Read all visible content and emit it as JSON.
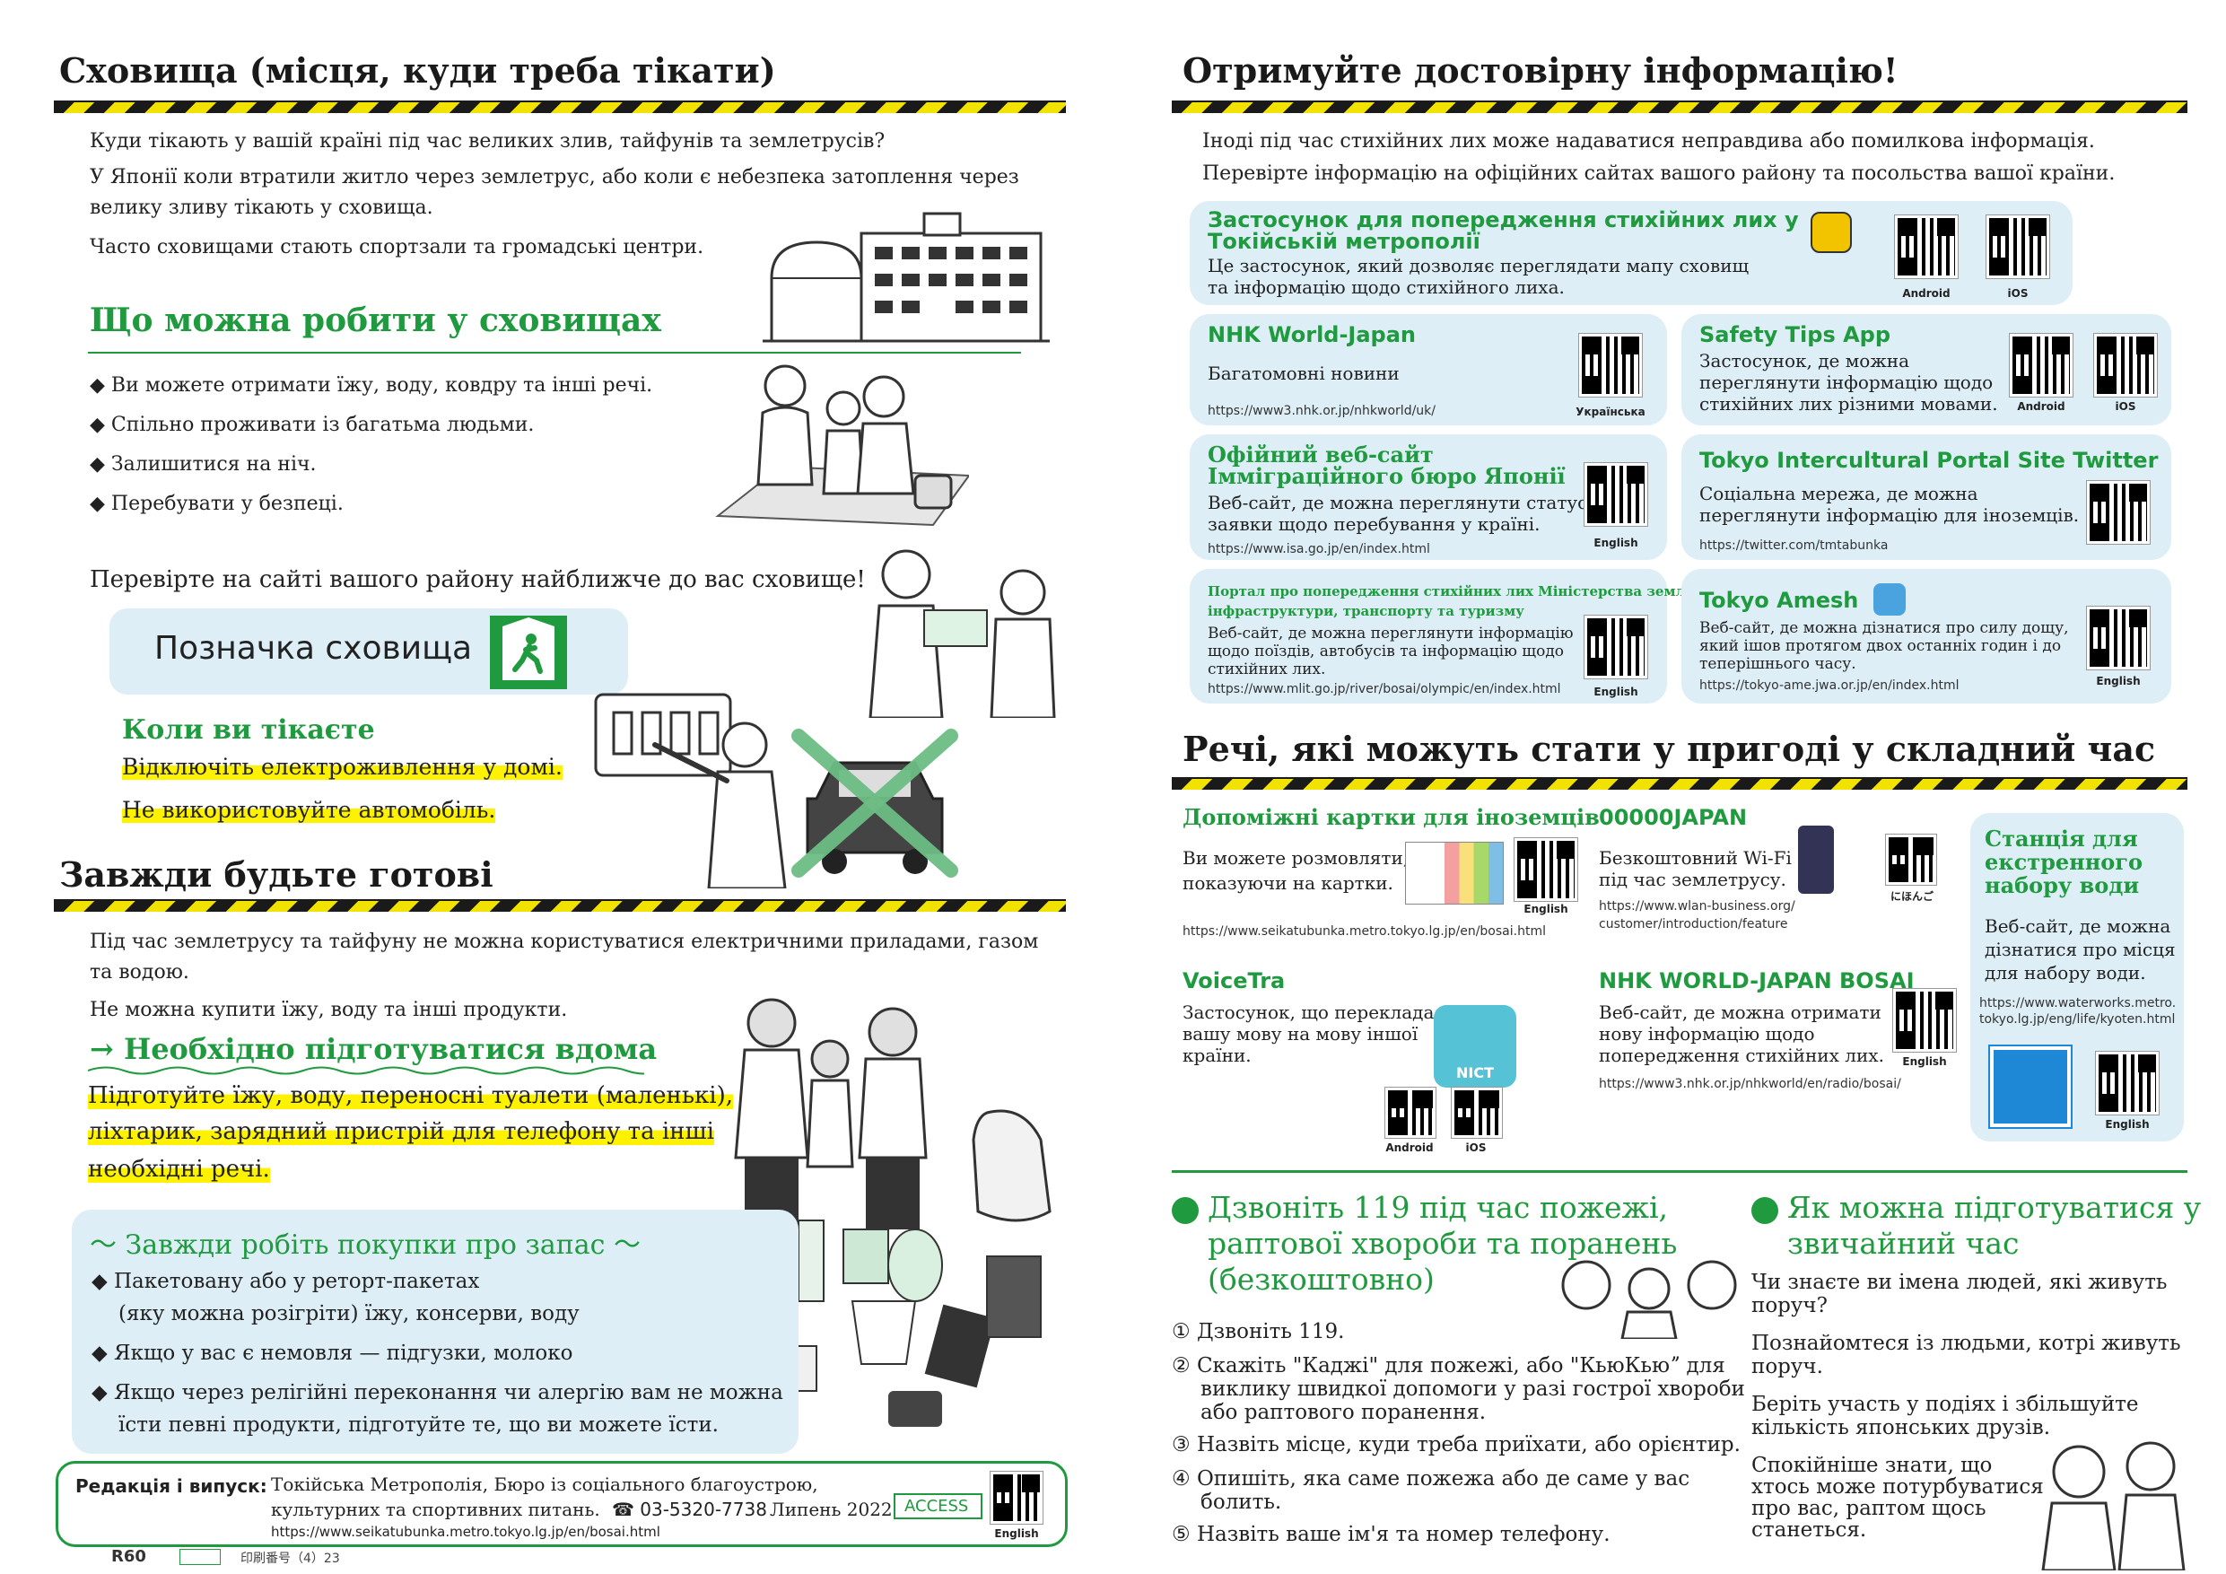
{
  "left": {
    "shelters": {
      "title": "Сховища (місця, куди треба тікати)",
      "p1": "Куди тікають у вашій країні під час великих злив, тайфунів та землетрусів?",
      "p2a": "У Японії коли втратили житло через землетрус, або коли є небезпека затоплення через",
      "p2b": "велику зливу тікають у сховища.",
      "p3": "Часто сховищами стають спортзали та громадські центри.",
      "can_do_title": "Що можна робити у сховищах",
      "bullets": [
        "Ви можете отримати їжу, воду, ковдру та інші речі.",
        "Спільно проживати із багатьма людьми.",
        "Залишитися на ніч.",
        "Перебувати у безпеці."
      ],
      "check": "Перевірте на сайті вашого району найближче до вас сховище!",
      "mark_label": "Позначка сховища",
      "escape_title": "Коли ви тікаєте",
      "escape1": "Відключіть електроживлення у домі.",
      "escape2": "Не використовуйте автомобіль."
    },
    "ready": {
      "title": "Завжди будьте готові",
      "p1a": "Під час землетрусу та тайфуну не можна користуватися електричними приладами, газом",
      "p1b": "та водою.",
      "p2": "Не можна купити їжу, воду та інші продукти.",
      "home_title": "→ Необхідно підготуватися вдома",
      "home1": "Підготуйте їжу, воду, переносні туалети (маленькі),",
      "home2": "ліхтарик, зарядний пристрій для телефону та інші",
      "home3": "необхідні речі.",
      "stock_title": "〜 Завжди робіть покупки про запас 〜",
      "stock1a": "Пакетовану або у реторт-пакетах",
      "stock1b": "(яку можна розігріти) їжу, консерви, воду",
      "stock2": "Якщо у вас є немовля — підгузки, молоко",
      "stock3a": "Якщо через релігійні переконання чи алергію вам не можна",
      "stock3b": "їсти певні продукти, підготуйте те, що ви можете їсти."
    },
    "footer": {
      "label": "Редакція і випуск:",
      "line1": "Токійська Метрополія, Бюро із соціального благоустрою,",
      "line2": "культурних та спортивних питань.",
      "phone": "☎ 03-5320-7738",
      "date": "Липень 2022",
      "access": "ACCESS",
      "url": "https://www.seikatubunka.metro.tokyo.lg.jp/en/bosai.html",
      "qr_label": "English",
      "print_no": "印刷番号（4）23",
      "r60": "R60"
    }
  },
  "right": {
    "info": {
      "title": "Отримуйте достовірну інформацію!",
      "p1": "Іноді під час стихійних лих може надаватися неправдива або помилкова інформація.",
      "p2": "Перевірте інформацію на офіційних сайтах вашого району та посольства вашої країни.",
      "app": {
        "title1": "Застосунок для попередження стихійних лих у",
        "title2": "Токійській метрополії",
        "desc1": "Це застосунок, який дозволяє переглядати мапу сховищ",
        "desc2": "та інформацію щодо стихійного лиха.",
        "qr1": "Android",
        "qr2": "iOS"
      },
      "nhk": {
        "title": "NHK World-Japan",
        "desc": "Багатомовні новини",
        "url": "https://www3.nhk.or.jp/nhkworld/uk/",
        "qr": "Українська"
      },
      "safety": {
        "title": "Safety Tips App",
        "desc1": "Застосунок, де можна",
        "desc2": "переглянути інформацію щодо",
        "desc3": "стихійних лих різними мовами.",
        "qr1": "Android",
        "qr2": "iOS"
      },
      "immig": {
        "title1": "Офійний веб-сайт",
        "title2": "Імміграційного бюро Японії",
        "desc1": "Веб-сайт, де можна переглянути статус",
        "desc2": "заявки щодо перебування у країні.",
        "url": "https://www.isa.go.jp/en/index.html",
        "qr": "English"
      },
      "twitter": {
        "title": "Tokyo Intercultural Portal Site Twitter",
        "desc1": "Соціальна мережа, де можна",
        "desc2": "переглянути інформацію для іноземців.",
        "url": "https://twitter.com/tmtabunka"
      },
      "mlit": {
        "title1": "Портал про попередження стихійних лих Міністерства землі,",
        "title2": "інфраструктури, транспорту та туризму",
        "desc1": "Веб-сайт, де можна переглянути інформацію",
        "desc2": "щодо поїздів, автобусів та інформацію щодо",
        "desc3": "стихійних лих.",
        "url": "https://www.mlit.go.jp/river/bosai/olympic/en/index.html",
        "qr": "English"
      },
      "amesh": {
        "title": "Tokyo Amesh",
        "desc1": "Веб-сайт, де можна дізнатися про силу дощу,",
        "desc2": "який ішов протягом двох останніх годин і до",
        "desc3": "теперішнього часу.",
        "url": "https://tokyo-ame.jwa.or.jp/en/index.html",
        "qr": "English"
      }
    },
    "useful": {
      "title": "Речі, які можуть стати у пригоді у складний час",
      "cards": {
        "title": "Допоміжні картки для іноземців",
        "desc1": "Ви можете розмовляти,",
        "desc2": "показуючи на картки.",
        "url": "https://www.seikatubunka.metro.tokyo.lg.jp/en/bosai.html",
        "qr": "English"
      },
      "wifi": {
        "title": "00000JAPAN",
        "desc1": "Безкоштовний Wi-Fi",
        "desc2": "під час землетрусу.",
        "url1": "https://www.wlan-business.org/",
        "url2": "customer/introduction/feature",
        "qr": "にほんご"
      },
      "water": {
        "title1": "Станція для",
        "title2": "екстренного",
        "title3": "набору води",
        "desc1": "Веб-сайт, де можна",
        "desc2": "дізнатися про місця",
        "desc3": "для набору води.",
        "url1": "https://www.waterworks.metro.",
        "url2": "tokyo.lg.jp/eng/life/kyoten.html",
        "qr": "English"
      },
      "voicetra": {
        "title": "VoiceTra",
        "desc1": "Застосунок, що перекладає",
        "desc2": "вашу мову на мову іншої",
        "desc3": "країни.",
        "qr1": "Android",
        "qr2": "iOS",
        "logo": "NICT"
      },
      "bosai": {
        "title": "NHK WORLD-JAPAN BOSAI",
        "desc1": "Веб-сайт, де можна отримати",
        "desc2": "нову інформацію щодо",
        "desc3": "попередження стихійних лих.",
        "url": "https://www3.nhk.or.jp/nhkworld/en/radio/bosai/",
        "qr": "English"
      }
    },
    "call": {
      "title1": "Дзвоніть 119 під час пожежі,",
      "title2": "раптової хвороби та поранень",
      "title3": "(безкоштовно)",
      "s1": "Дзвоніть 119.",
      "s2a": "Скажіть \"Каджі\" для пожежі, або \"КьюКьюˮ для",
      "s2b": "виклику швидкої допомоги у разі гострої хвороби",
      "s2c": "або раптового поранення.",
      "s3": "Назвіть місце, куди треба приїхати, або орієнтир.",
      "s4a": "Опишіть, яка саме пожежа або де саме у вас",
      "s4b": "болить.",
      "s5": "Назвіть ваше ім'я та номер телефону.",
      "n1": "①",
      "n2": "②",
      "n3": "③",
      "n4": "④",
      "n5": "⑤"
    },
    "prepare": {
      "title1": "Як можна підготуватися у",
      "title2": "звичайний час",
      "p1a": "Чи знаєте ви імена людей, які живуть",
      "p1b": "поруч?",
      "p2a": "Познайомтеся із людьми, котрі живуть",
      "p2b": "поруч.",
      "p3a": "Беріть участь у подіях і збільшуйте",
      "p3b": "кількість японських друзів.",
      "p4a": "Спокійніше знати, що",
      "p4b": "хтось може потурбуватися",
      "p4c": "про вас, раптом щось",
      "p4d": "станеться."
    }
  }
}
